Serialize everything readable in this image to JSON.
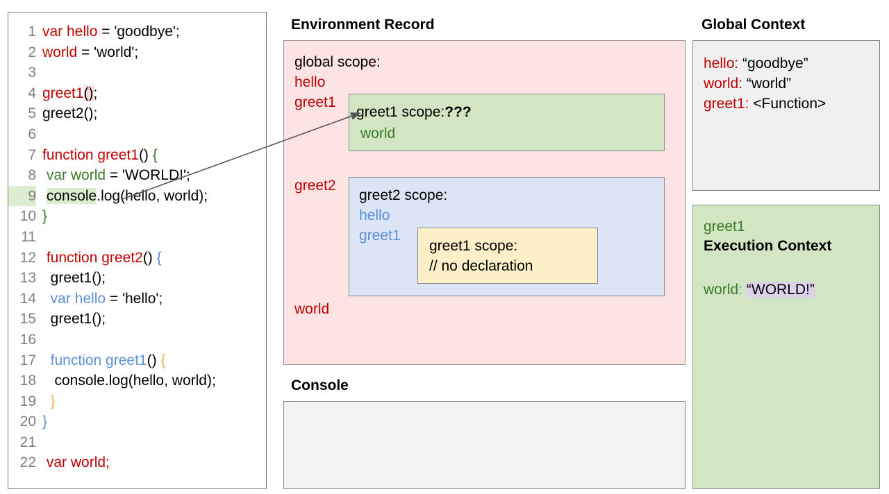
{
  "editor": {
    "name": "code-editor",
    "lines": [
      {
        "n": "1",
        "highlight": false,
        "tokens": [
          {
            "t": "var hello",
            "c": "red"
          },
          {
            "t": " = 'goodbye';",
            "c": "black"
          }
        ]
      },
      {
        "n": "2",
        "highlight": false,
        "tokens": [
          {
            "t": "world",
            "c": "red"
          },
          {
            "t": " = 'world';",
            "c": "black"
          }
        ]
      },
      {
        "n": "3",
        "highlight": false,
        "tokens": []
      },
      {
        "n": "4",
        "highlight": false,
        "tokens": [
          {
            "t": "greet1",
            "c": "red"
          },
          {
            "t": "()",
            "c": "black",
            "bg": "pink"
          },
          {
            "t": ";",
            "c": "black"
          }
        ]
      },
      {
        "n": "5",
        "highlight": false,
        "tokens": [
          {
            "t": "greet2();",
            "c": "black"
          }
        ]
      },
      {
        "n": "6",
        "highlight": false,
        "tokens": []
      },
      {
        "n": "7",
        "highlight": false,
        "tokens": [
          {
            "t": "function greet1",
            "c": "red"
          },
          {
            "t": "() ",
            "c": "black"
          },
          {
            "t": "{",
            "c": "green"
          }
        ]
      },
      {
        "n": "8",
        "highlight": false,
        "tokens": [
          {
            "t": " ",
            "c": "black"
          },
          {
            "t": "var world",
            "c": "green"
          },
          {
            "t": " = 'WORLD!';",
            "c": "black"
          }
        ]
      },
      {
        "n": "9",
        "highlight": true,
        "tokens": [
          {
            "t": " ",
            "c": "black"
          },
          {
            "t": "console",
            "c": "black",
            "bg": "green"
          },
          {
            "t": ".log(hello, world);",
            "c": "black"
          }
        ]
      },
      {
        "n": "10",
        "highlight": false,
        "tokens": [
          {
            "t": "}",
            "c": "green"
          }
        ]
      },
      {
        "n": "11",
        "highlight": false,
        "tokens": []
      },
      {
        "n": "12",
        "highlight": false,
        "tokens": [
          {
            "t": " ",
            "c": "black"
          },
          {
            "t": "function greet2",
            "c": "red"
          },
          {
            "t": "() ",
            "c": "black"
          },
          {
            "t": "{",
            "c": "blue"
          }
        ]
      },
      {
        "n": "13",
        "highlight": false,
        "tokens": [
          {
            "t": "  greet1();",
            "c": "black"
          }
        ]
      },
      {
        "n": "14",
        "highlight": false,
        "tokens": [
          {
            "t": "  ",
            "c": "black"
          },
          {
            "t": "var hello",
            "c": "blue"
          },
          {
            "t": " = 'hello';",
            "c": "black"
          }
        ]
      },
      {
        "n": "15",
        "highlight": false,
        "tokens": [
          {
            "t": "  greet1();",
            "c": "black"
          }
        ]
      },
      {
        "n": "16",
        "highlight": false,
        "tokens": []
      },
      {
        "n": "17",
        "highlight": false,
        "tokens": [
          {
            "t": "  ",
            "c": "black"
          },
          {
            "t": "function greet1",
            "c": "blue"
          },
          {
            "t": "() ",
            "c": "black"
          },
          {
            "t": "{",
            "c": "orange"
          }
        ]
      },
      {
        "n": "18",
        "highlight": false,
        "tokens": [
          {
            "t": "   console.log(hello, world);",
            "c": "black"
          }
        ]
      },
      {
        "n": "19",
        "highlight": false,
        "tokens": [
          {
            "t": "  ",
            "c": "black"
          },
          {
            "t": "}",
            "c": "orange"
          }
        ]
      },
      {
        "n": "20",
        "highlight": false,
        "tokens": [
          {
            "t": "}",
            "c": "blue"
          }
        ]
      },
      {
        "n": "21",
        "highlight": false,
        "tokens": []
      },
      {
        "n": "22",
        "highlight": false,
        "tokens": [
          {
            "t": " ",
            "c": "black"
          },
          {
            "t": "var world;",
            "c": "red"
          }
        ]
      }
    ]
  },
  "environment_record": {
    "title": "Environment Record",
    "global_scope_label": "global scope:",
    "globals": [
      "hello",
      "greet1",
      "greet2",
      "world"
    ],
    "greet1_scope": {
      "header_label": "greet1 scope:",
      "header_unknown": "???",
      "variables": [
        "world"
      ]
    },
    "greet2_scope": {
      "header_label": "greet2 scope:",
      "variables": [
        "hello",
        "greet1"
      ],
      "inner_greet1_scope": {
        "header_label": "greet1 scope:",
        "note": "// no declaration"
      }
    }
  },
  "console": {
    "title": "Console",
    "output": ""
  },
  "global_context": {
    "title": "Global Context",
    "rows": [
      {
        "key": "hello",
        "value": " “goodbye”"
      },
      {
        "key": "world",
        "value": " “world”"
      },
      {
        "key": "greet1",
        "value": " <Function>"
      }
    ]
  },
  "execution_context": {
    "function_name": "greet1",
    "heading": "Execution Context",
    "row": {
      "key": "world",
      "colon": ":",
      "value": "“WORLD!”"
    }
  },
  "colors": {
    "keyword_red": "#c00000",
    "keyword_green": "#3a7a28",
    "keyword_blue": "#5b8fd6",
    "keyword_orange": "#e8b84b",
    "env_panel_bg": "#fce4e4",
    "greet1_scope_bg": "#d2e6c4",
    "greet2_scope_bg": "#dbe5f5",
    "inner_scope_bg": "#fdf0c8",
    "console_bg": "#f2f2f2",
    "global_context_bg": "#f0f0f0",
    "execution_context_bg": "#d2e6c4",
    "value_highlight_bg": "#ddd2ea",
    "line_highlight_bg": "#dcedd0"
  }
}
